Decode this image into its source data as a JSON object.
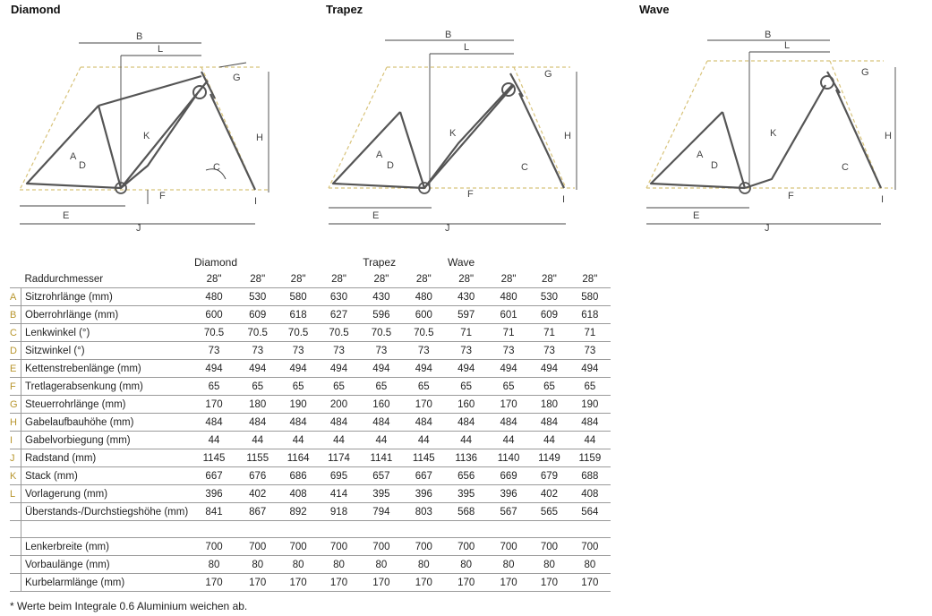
{
  "figures": [
    {
      "title": "Diamond"
    },
    {
      "title": "Trapez"
    },
    {
      "title": "Wave"
    }
  ],
  "diagram_labels": [
    "A",
    "B",
    "C",
    "D",
    "E",
    "F",
    "G",
    "H",
    "J",
    "K",
    "L"
  ],
  "table": {
    "groups": [
      "Diamond",
      "Trapez",
      "Wave"
    ],
    "header_label": "Raddurchmesser",
    "wheel": [
      "28\"",
      "28\"",
      "28\"",
      "28\"",
      "28\"",
      "28\"",
      "28\"",
      "28\"",
      "28\"",
      "28\""
    ],
    "rows": [
      {
        "letter": "A",
        "name": "Sitzrohrlänge (mm)",
        "values": [
          "480",
          "530",
          "580",
          "630",
          "430",
          "480",
          "430",
          "480",
          "530",
          "580"
        ]
      },
      {
        "letter": "B",
        "name": "Oberrohrlänge (mm)",
        "values": [
          "600",
          "609",
          "618",
          "627",
          "596",
          "600",
          "597",
          "601",
          "609",
          "618"
        ]
      },
      {
        "letter": "C",
        "name": "Lenkwinkel (°)",
        "values": [
          "70.5",
          "70.5",
          "70.5",
          "70.5",
          "70.5",
          "70.5",
          "71",
          "71",
          "71",
          "71"
        ]
      },
      {
        "letter": "D",
        "name": "Sitzwinkel (°)",
        "values": [
          "73",
          "73",
          "73",
          "73",
          "73",
          "73",
          "73",
          "73",
          "73",
          "73"
        ]
      },
      {
        "letter": "E",
        "name": "Kettenstrebenlänge (mm)",
        "values": [
          "494",
          "494",
          "494",
          "494",
          "494",
          "494",
          "494",
          "494",
          "494",
          "494"
        ]
      },
      {
        "letter": "F",
        "name": "Tretlagerabsenkung (mm)",
        "values": [
          "65",
          "65",
          "65",
          "65",
          "65",
          "65",
          "65",
          "65",
          "65",
          "65"
        ]
      },
      {
        "letter": "G",
        "name": "Steuerrohrlänge (mm)",
        "values": [
          "170",
          "180",
          "190",
          "200",
          "160",
          "170",
          "160",
          "170",
          "180",
          "190"
        ]
      },
      {
        "letter": "H",
        "name": "Gabelaufbauhöhe (mm)",
        "values": [
          "484",
          "484",
          "484",
          "484",
          "484",
          "484",
          "484",
          "484",
          "484",
          "484"
        ]
      },
      {
        "letter": "I",
        "name": "Gabelvorbiegung (mm)",
        "values": [
          "44",
          "44",
          "44",
          "44",
          "44",
          "44",
          "44",
          "44",
          "44",
          "44"
        ]
      },
      {
        "letter": "J",
        "name": "Radstand (mm)",
        "values": [
          "1145",
          "1155",
          "1164",
          "1174",
          "1141",
          "1145",
          "1136",
          "1140",
          "1149",
          "1159"
        ]
      },
      {
        "letter": "K",
        "name": "Stack (mm)",
        "values": [
          "667",
          "676",
          "686",
          "695",
          "657",
          "667",
          "656",
          "669",
          "679",
          "688"
        ]
      },
      {
        "letter": "L",
        "name": "Vorlagerung (mm)",
        "values": [
          "396",
          "402",
          "408",
          "414",
          "395",
          "396",
          "395",
          "396",
          "402",
          "408"
        ]
      },
      {
        "letter": "",
        "name": "Überstands-/Durchstiegshöhe (mm)",
        "values": [
          "841",
          "867",
          "892",
          "918",
          "794",
          "803",
          "568",
          "567",
          "565",
          "564"
        ]
      }
    ],
    "extra_rows": [
      {
        "letter": "",
        "name": "Lenkerbreite (mm)",
        "values": [
          "700",
          "700",
          "700",
          "700",
          "700",
          "700",
          "700",
          "700",
          "700",
          "700"
        ]
      },
      {
        "letter": "",
        "name": "Vorbaulänge (mm)",
        "values": [
          "80",
          "80",
          "80",
          "80",
          "80",
          "80",
          "80",
          "80",
          "80",
          "80"
        ]
      },
      {
        "letter": "",
        "name": "Kurbelarmlänge (mm)",
        "values": [
          "170",
          "170",
          "170",
          "170",
          "170",
          "170",
          "170",
          "170",
          "170",
          "170"
        ]
      }
    ]
  },
  "footnote": "* Werte beim Integrale 0.6 Aluminium weichen ab.",
  "colors": {
    "accent": "#b8962e",
    "line": "#444444",
    "dash": "#d8c37a"
  }
}
